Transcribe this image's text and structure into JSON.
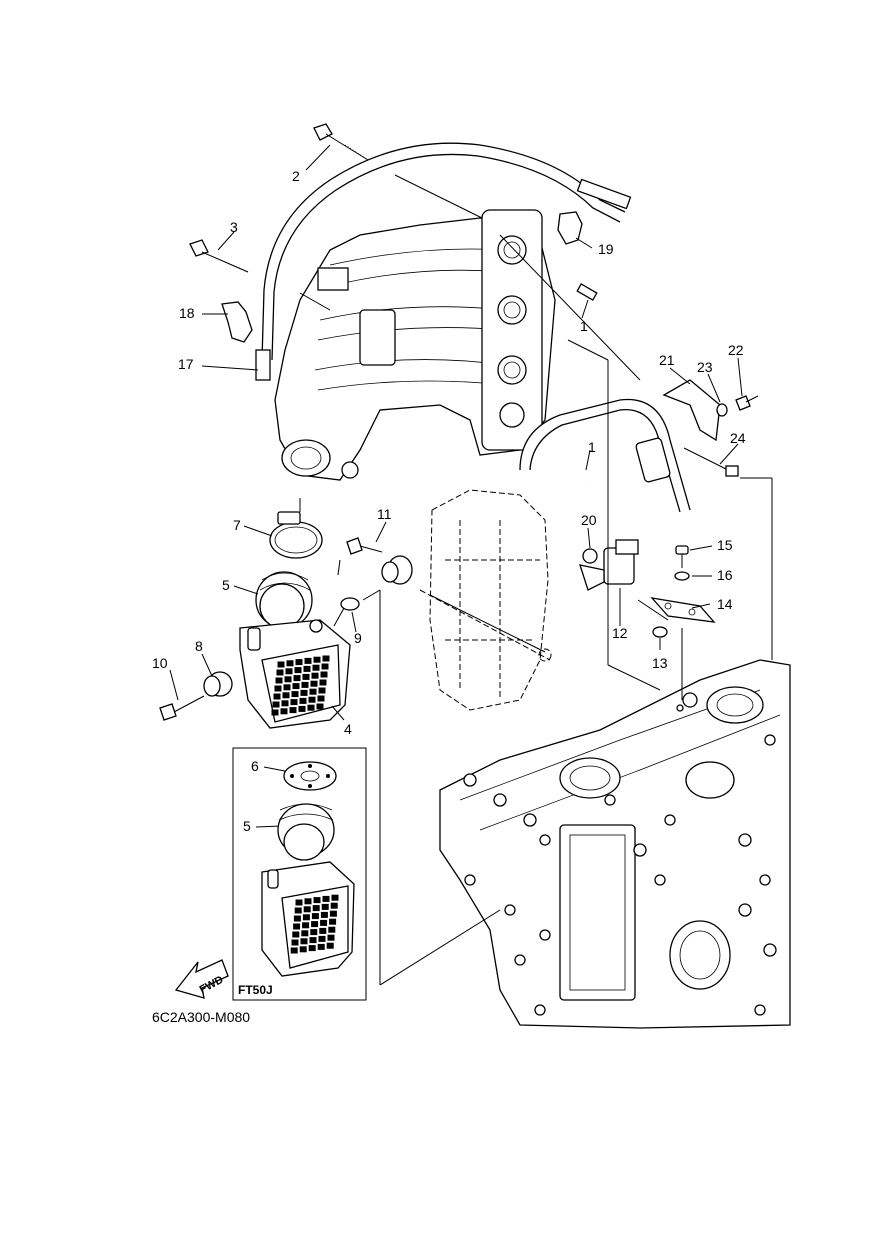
{
  "part_labels": [
    {
      "id": "1a",
      "text": "1"
    },
    {
      "id": "1b",
      "text": "1"
    },
    {
      "id": "2",
      "text": "2"
    },
    {
      "id": "3",
      "text": "3"
    },
    {
      "id": "4",
      "text": "4"
    },
    {
      "id": "5a",
      "text": "5"
    },
    {
      "id": "5b",
      "text": "5"
    },
    {
      "id": "6",
      "text": "6"
    },
    {
      "id": "7",
      "text": "7"
    },
    {
      "id": "8",
      "text": "8"
    },
    {
      "id": "9",
      "text": "9"
    },
    {
      "id": "10",
      "text": "10"
    },
    {
      "id": "11",
      "text": "11"
    },
    {
      "id": "12",
      "text": "12"
    },
    {
      "id": "13",
      "text": "13"
    },
    {
      "id": "14",
      "text": "14"
    },
    {
      "id": "15",
      "text": "15"
    },
    {
      "id": "16",
      "text": "16"
    },
    {
      "id": "17",
      "text": "17"
    },
    {
      "id": "18",
      "text": "18"
    },
    {
      "id": "19",
      "text": "19"
    },
    {
      "id": "20",
      "text": "20"
    },
    {
      "id": "21",
      "text": "21"
    },
    {
      "id": "22",
      "text": "22"
    },
    {
      "id": "23",
      "text": "23"
    },
    {
      "id": "24",
      "text": "24"
    }
  ],
  "inset_label": "FT50J",
  "fwd_label": "FWD",
  "diagram_code": "6C2A300-M080"
}
